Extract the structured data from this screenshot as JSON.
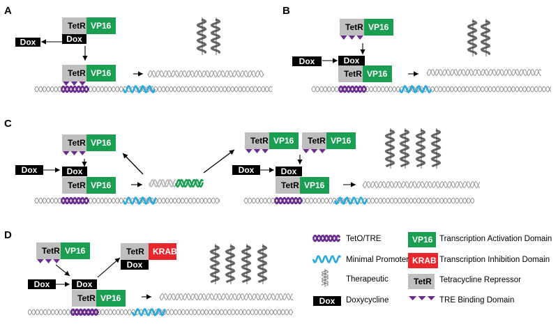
{
  "panels": [
    "A",
    "B",
    "C",
    "D"
  ],
  "labels": {
    "tetr": "TetR",
    "vp16": "VP16",
    "dox": "Dox",
    "krab": "KRAB"
  },
  "colors": {
    "tetr_fill": "#bfbfbf",
    "vp16_fill": "#1a9e52",
    "krab_fill": "#e8262c",
    "dox_fill": "#000000",
    "tre": "#6a2d8f",
    "min_promoter": "#29abe2",
    "therapeutic": "#666666",
    "dna": "#7a7a7a"
  },
  "legend": {
    "tre": "TetO/TRE",
    "min_promoter": "Minimal Promoter",
    "therapeutic": "Therapeutic",
    "doxycycline": "Doxycycline",
    "vp16": "Transcription Activation Domain",
    "krab": "Transcription Inhibition Domain",
    "tetr": "Tetracycline Repressor",
    "tre_binding": "TRE Binding Domain"
  }
}
